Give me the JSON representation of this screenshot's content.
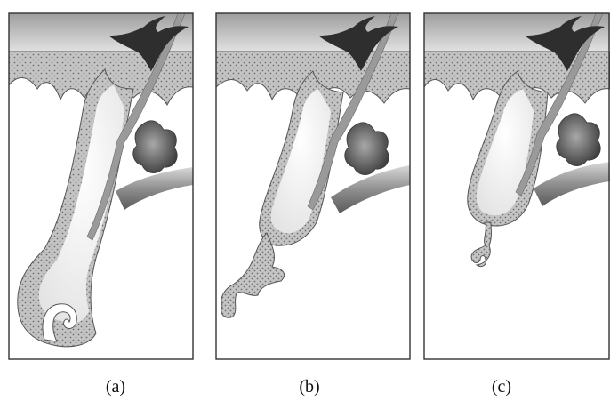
{
  "panels": [
    {
      "id": "a",
      "label": "(a)"
    },
    {
      "id": "b",
      "label": "(b)"
    },
    {
      "id": "c",
      "label": "(c)"
    }
  ],
  "colors": {
    "frame": "#333333",
    "dermis_fill": "#bdbdbd",
    "dermis_dots": "#6e6e6e",
    "hair_shaft": "#9a9a9a",
    "surface_gradient_top": "#9c9c9c",
    "surface_gradient_bottom": "#e6e6e6",
    "dark_structure": "#2f2f2f",
    "gland": "#555555",
    "vessel": "#8a8a8a",
    "bulb_fill": "#f7f7f7"
  },
  "icons": [
    "hair-follicle-illustration"
  ]
}
